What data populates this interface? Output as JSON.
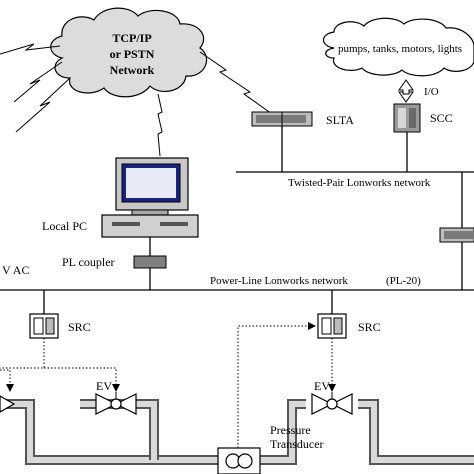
{
  "network": {
    "line1": "TCP/IP",
    "line2": "or  PSTN",
    "line3": "Network"
  },
  "field_cloud": {
    "text": "pumps, tanks, motors, lights"
  },
  "labels": {
    "io": "I/O",
    "slta": "SLTA",
    "scc": "SCC",
    "twisted_pair": "Twisted-Pair Lonworks network",
    "local_pc": "Local PC",
    "pl_coupler": "PL coupler",
    "vac": "V AC",
    "power_line": "Power-Line  Lonworks network",
    "pl20": "(PL-20)",
    "src_left": "SRC",
    "src_right": "SRC",
    "ev_left": "EV",
    "ev_right": "EV",
    "pressure": "Pressure",
    "transducer": "Transducer"
  }
}
